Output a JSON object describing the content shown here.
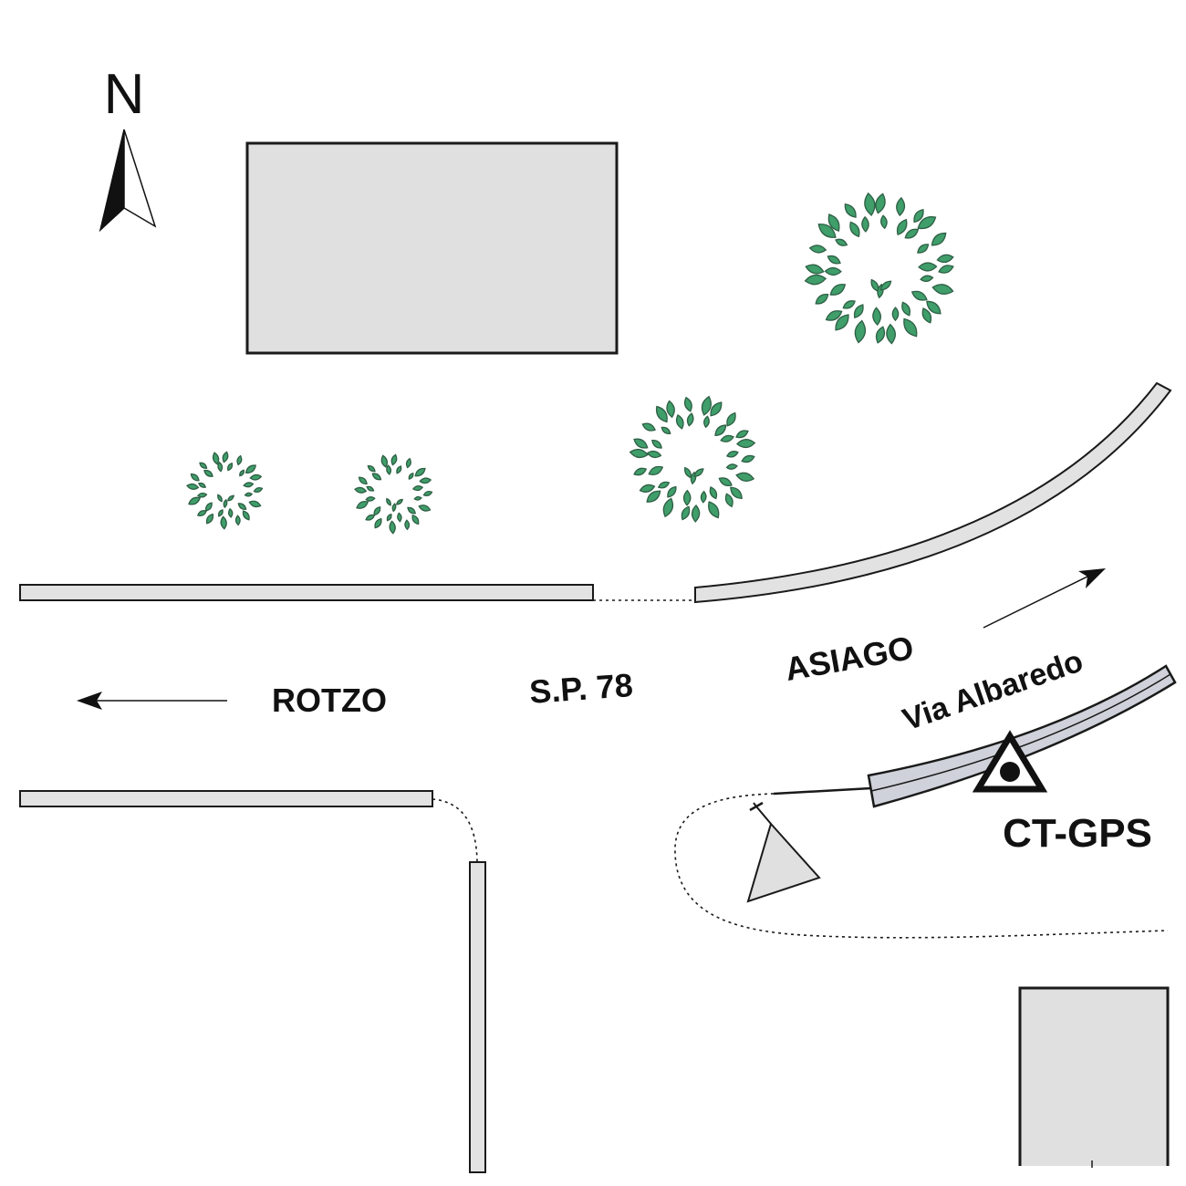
{
  "colors": {
    "background": "#ffffff",
    "building_fill": "#e0e0e0",
    "road_curb_fill": "#e2e2e2",
    "highlighted_road_fill": "#cfd2da",
    "tree_foliage": "#3f9e6a",
    "ink": "#111111"
  },
  "compass": {
    "label": "N",
    "icon": "north-arrow-icon"
  },
  "labels": {
    "road_number": "S.P. 78",
    "west_destination": "ROTZO",
    "east_destination": "ASIAGO",
    "side_street": "Via Albaredo",
    "station": "CT-GPS"
  },
  "icons": {
    "station_marker": "triangle-with-dot-icon",
    "wayside_shrine": "cross-shrine-icon",
    "west_arrow": "arrow-left-icon",
    "east_arrow": "arrow-up-right-icon",
    "tree": "tree-canopy-icon"
  }
}
